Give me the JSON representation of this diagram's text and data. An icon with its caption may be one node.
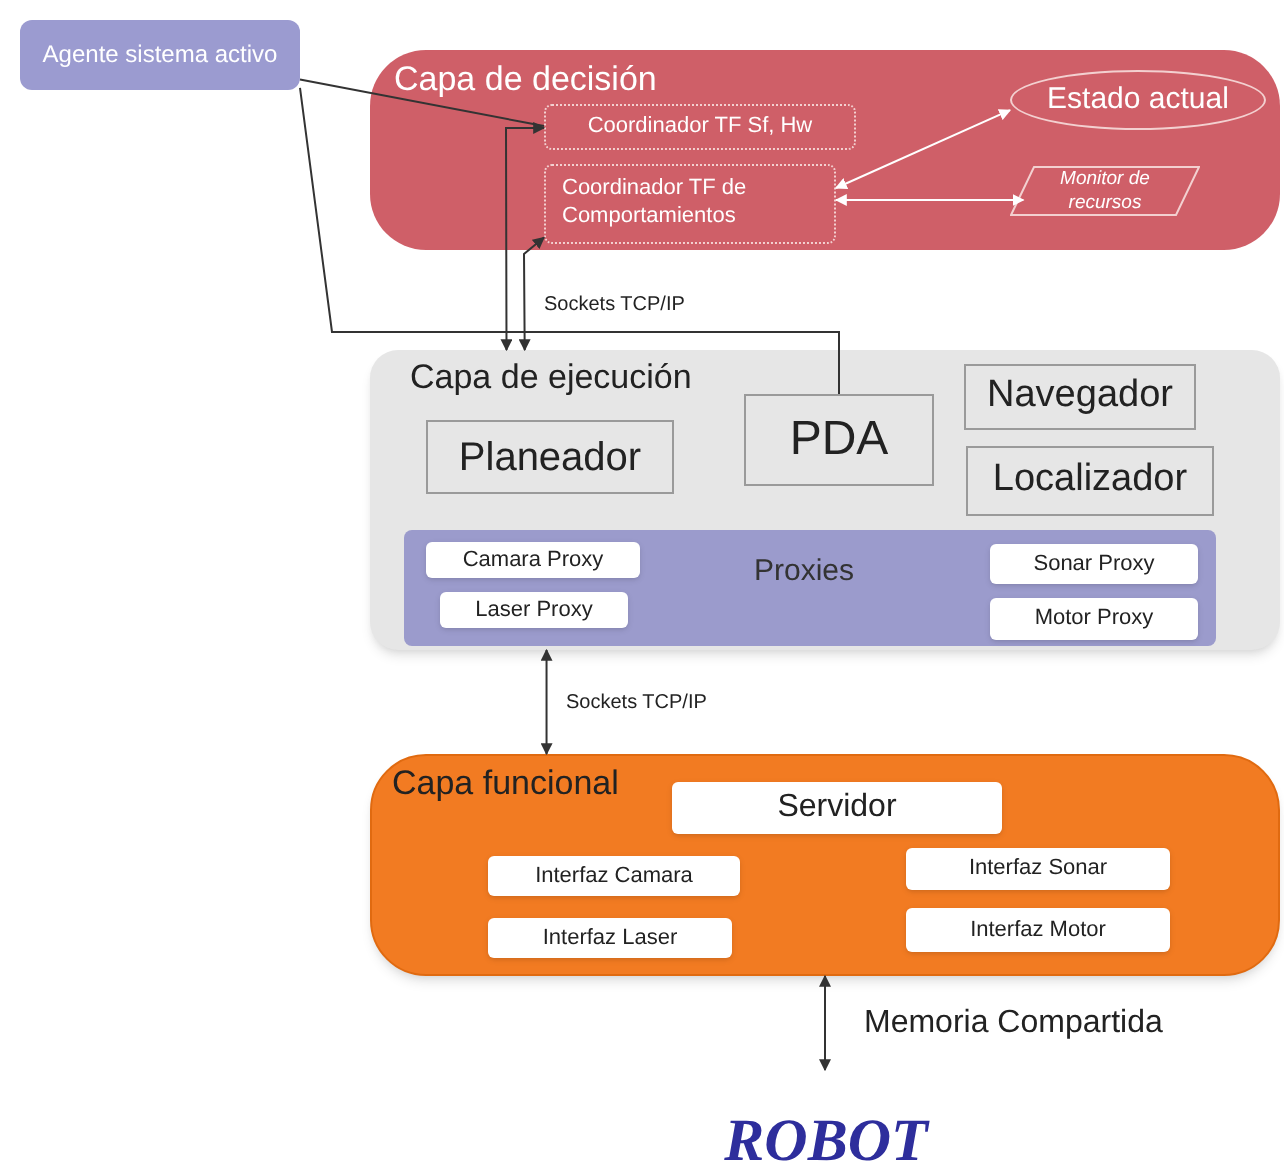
{
  "diagram": {
    "nodes": [
      {
        "text": [
          "Agente sistema activo"
        ]
      },
      {
        "text": [
          "Capa de decisión"
        ]
      },
      {
        "text": [
          "Coordinador TF Sf, Hw"
        ],
        "in": 1
      },
      {
        "text": [
          "Coordinador TF de Comportamientos"
        ],
        "in": 1
      },
      {
        "text": [
          "Estado actual"
        ],
        "in": 1
      },
      {
        "text": [
          "Monitor de recursos"
        ],
        "in": 1
      },
      {
        "text": [
          "Capa de ejecución"
        ]
      },
      {
        "text": [
          "Planeador"
        ],
        "in": 6
      },
      {
        "text": [
          "PDA"
        ],
        "in": 6
      },
      {
        "text": [
          "Navegador"
        ],
        "in": 6
      },
      {
        "text": [
          "Localizador"
        ],
        "in": 6
      },
      {
        "text": [
          "Proxies"
        ],
        "in": 6
      },
      {
        "text": [
          "Camara Proxy"
        ],
        "in": 11
      },
      {
        "text": [
          "Laser Proxy"
        ],
        "in": 11
      },
      {
        "text": [
          "Sonar Proxy"
        ],
        "in": 11
      },
      {
        "text": [
          "Motor Proxy"
        ],
        "in": 11
      },
      {
        "text": [
          "Capa funcional"
        ]
      },
      {
        "text": [
          "Servidor"
        ],
        "in": 16
      },
      {
        "text": [
          "Interfaz Camara"
        ],
        "in": 16
      },
      {
        "text": [
          "Interfaz Laser"
        ],
        "in": 16
      },
      {
        "text": [
          "Interfaz Sonar"
        ],
        "in": 16
      },
      {
        "text": [
          "Interfaz Motor"
        ],
        "in": 16
      }
    ],
    "edges": [
      {
        "from": 0,
        "to": 2,
        "arrow": "none"
      },
      {
        "from": 0,
        "to": 8,
        "arrow": "none"
      },
      {
        "from": 3,
        "to": 4,
        "arrow": "both",
        "color": "#ffffff"
      },
      {
        "from": 3,
        "to": 5,
        "arrow": "both",
        "color": "#ffffff"
      },
      {
        "from": 2,
        "to": 6,
        "arrow": "both",
        "label": "Sockets TCP/IP"
      },
      {
        "from": 3,
        "to": 6,
        "arrow": "both"
      },
      {
        "from": 6,
        "to": 16,
        "arrow": "both",
        "label": "Sockets TCP/IP"
      },
      {
        "from": 16,
        "to": null,
        "arrow": "both",
        "label": "Memoria Compartida"
      }
    ],
    "labels": [
      "ROBOT"
    ]
  }
}
